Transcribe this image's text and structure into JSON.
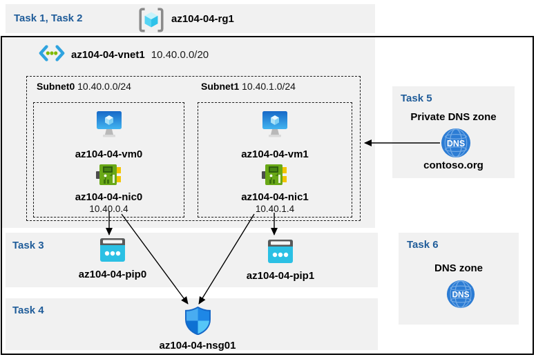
{
  "colors": {
    "task_label_blue": "#1F5C99",
    "panel_gray": "#F1F1F1",
    "frame_border": "#000000",
    "dns_blue": "#2C7CD4",
    "vm_blue": "#1B74D2",
    "nic_green": "#69A817",
    "pip_cyan": "#2BC0E4",
    "connector_yellow": "#F2C500"
  },
  "header": {
    "task_label": "Task 1, Task 2",
    "rg_name": "az104-04-rg1"
  },
  "vnet": {
    "name": "az104-04-vnet1",
    "cidr": "10.40.0.0/20",
    "subnets": [
      {
        "name": "Subnet0",
        "cidr": "10.40.0.0/24",
        "vm": "az104-04-vm0",
        "nic": "az104-04-nic0",
        "ip": "10.40.0.4"
      },
      {
        "name": "Subnet1",
        "cidr": "10.40.1.0/24",
        "vm": "az104-04-vm1",
        "nic": "az104-04-nic1",
        "ip": "10.40.1.4"
      }
    ]
  },
  "task3": {
    "label": "Task 3",
    "pips": [
      "az104-04-pip0",
      "az104-04-pip1"
    ]
  },
  "task4": {
    "label": "Task 4",
    "nsg": "az104-04-nsg01"
  },
  "task5": {
    "label": "Task 5",
    "title": "Private DNS zone",
    "zone": "contoso.org",
    "icon_text": "DNS"
  },
  "task6": {
    "label": "Task 6",
    "title": "DNS zone",
    "icon_text": "DNS"
  }
}
